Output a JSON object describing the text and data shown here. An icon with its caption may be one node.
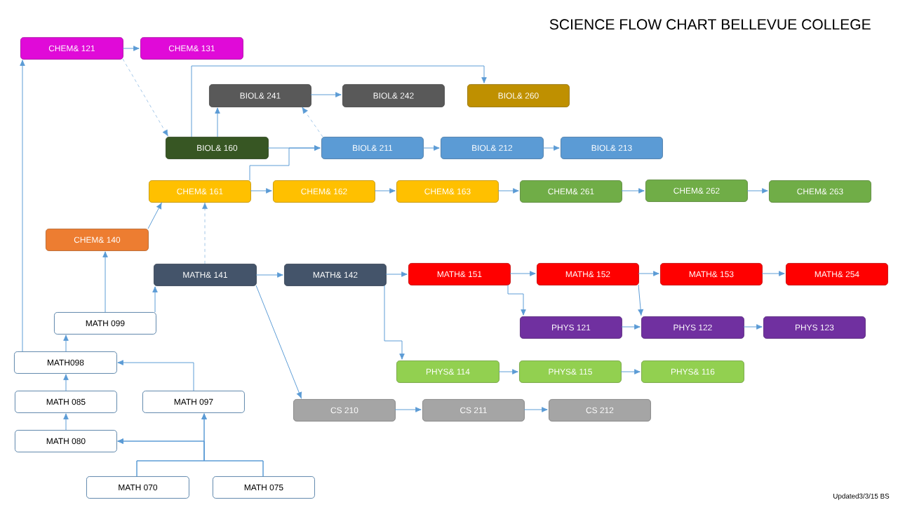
{
  "diagram": {
    "title": "SCIENCE FLOW CHART BELLEVUE COLLEGE",
    "nodes": [
      {
        "text": [
          "CHEM& 121"
        ]
      },
      {
        "text": [
          "CHEM& 131"
        ]
      },
      {
        "text": [
          "BIOL& 241"
        ]
      },
      {
        "text": [
          "BIOL& 242"
        ]
      },
      {
        "text": [
          "BIOL& 260"
        ]
      },
      {
        "text": [
          "BIOL& 160"
        ]
      },
      {
        "text": [
          "BIOL& 211"
        ]
      },
      {
        "text": [
          "BIOL& 212"
        ]
      },
      {
        "text": [
          "BIOL& 213"
        ]
      },
      {
        "text": [
          "CHEM& 161"
        ]
      },
      {
        "text": [
          "CHEM& 162"
        ]
      },
      {
        "text": [
          "CHEM& 163"
        ]
      },
      {
        "text": [
          "CHEM& 261"
        ]
      },
      {
        "text": [
          "CHEM& 262"
        ]
      },
      {
        "text": [
          "CHEM& 263"
        ]
      },
      {
        "text": [
          "CHEM& 140"
        ]
      },
      {
        "text": [
          "MATH& 141"
        ]
      },
      {
        "text": [
          "MATH& 142"
        ]
      },
      {
        "text": [
          "MATH& 151"
        ]
      },
      {
        "text": [
          "MATH& 152"
        ]
      },
      {
        "text": [
          "MATH& 153"
        ]
      },
      {
        "text": [
          "MATH& 254"
        ]
      },
      {
        "text": [
          "MATH 099"
        ]
      },
      {
        "text": [
          "PHYS 121"
        ]
      },
      {
        "text": [
          "PHYS 122"
        ]
      },
      {
        "text": [
          "PHYS 123"
        ]
      },
      {
        "text": [
          "MATH098"
        ]
      },
      {
        "text": [
          "PHYS& 114"
        ]
      },
      {
        "text": [
          "PHYS& 115"
        ]
      },
      {
        "text": [
          "PHYS& 116"
        ]
      },
      {
        "text": [
          "MATH 085"
        ]
      },
      {
        "text": [
          "MATH 097"
        ]
      },
      {
        "text": [
          "CS 210"
        ]
      },
      {
        "text": [
          "CS 211"
        ]
      },
      {
        "text": [
          "CS 212"
        ]
      },
      {
        "text": [
          "MATH 080"
        ]
      },
      {
        "text": [
          "MATH 070"
        ]
      },
      {
        "text": [
          "MATH 075"
        ]
      }
    ],
    "edges": [
      {
        "from": 0,
        "to": 1,
        "arrow": "to"
      },
      {
        "from": 0,
        "to": 5,
        "arrow": "to",
        "style": "dashed"
      },
      {
        "from": 5,
        "to": 2,
        "arrow": "to"
      },
      {
        "from": 5,
        "to": 4,
        "arrow": "to"
      },
      {
        "from": 2,
        "to": 3,
        "arrow": "to"
      },
      {
        "from": 6,
        "to": 2,
        "arrow": "to",
        "style": "dashed"
      },
      {
        "from": 5,
        "to": 6,
        "arrow": "to"
      },
      {
        "from": 9,
        "to": 6,
        "arrow": "to"
      },
      {
        "from": 6,
        "to": 7,
        "arrow": "to"
      },
      {
        "from": 7,
        "to": 8,
        "arrow": "to"
      },
      {
        "from": 9,
        "to": 10,
        "arrow": "to"
      },
      {
        "from": 10,
        "to": 11,
        "arrow": "to"
      },
      {
        "from": 11,
        "to": 12,
        "arrow": "to"
      },
      {
        "from": 12,
        "to": 13,
        "arrow": "to"
      },
      {
        "from": 13,
        "to": 14,
        "arrow": "to"
      },
      {
        "from": 15,
        "to": 9,
        "arrow": "to"
      },
      {
        "from": 16,
        "to": 9,
        "arrow": "to",
        "style": "dashed"
      },
      {
        "from": 26,
        "to": 0,
        "arrow": "to"
      },
      {
        "from": 22,
        "to": 15,
        "arrow": "to"
      },
      {
        "from": 22,
        "to": 16,
        "arrow": "to"
      },
      {
        "from": 16,
        "to": 17,
        "arrow": "to"
      },
      {
        "from": 16,
        "to": 32,
        "arrow": "to"
      },
      {
        "from": 17,
        "to": 18,
        "arrow": "to"
      },
      {
        "from": 17,
        "to": 27,
        "arrow": "to"
      },
      {
        "from": 18,
        "to": 19,
        "arrow": "to"
      },
      {
        "from": 19,
        "to": 20,
        "arrow": "to"
      },
      {
        "from": 20,
        "to": 21,
        "arrow": "to"
      },
      {
        "from": 18,
        "to": 23,
        "arrow": "to"
      },
      {
        "from": 19,
        "to": 24,
        "arrow": "to"
      },
      {
        "from": 23,
        "to": 24,
        "arrow": "to"
      },
      {
        "from": 24,
        "to": 25,
        "arrow": "to"
      },
      {
        "from": 27,
        "to": 28,
        "arrow": "to"
      },
      {
        "from": 28,
        "to": 29,
        "arrow": "to"
      },
      {
        "from": 32,
        "to": 33,
        "arrow": "to"
      },
      {
        "from": 33,
        "to": 34,
        "arrow": "to"
      },
      {
        "from": 26,
        "to": 22,
        "arrow": "to"
      },
      {
        "from": 30,
        "to": 26,
        "arrow": "to"
      },
      {
        "from": 31,
        "to": 26,
        "arrow": "to"
      },
      {
        "from": 35,
        "to": 30,
        "arrow": "to"
      },
      {
        "from": 36,
        "to": 31,
        "arrow": "to"
      },
      {
        "from": 37,
        "to": 31,
        "arrow": "to"
      },
      {
        "from": 36,
        "to": 35,
        "arrow": "to"
      },
      {
        "from": 37,
        "to": 35,
        "arrow": "to"
      }
    ],
    "labels": [
      "Updated3/3/15 BS"
    ]
  }
}
